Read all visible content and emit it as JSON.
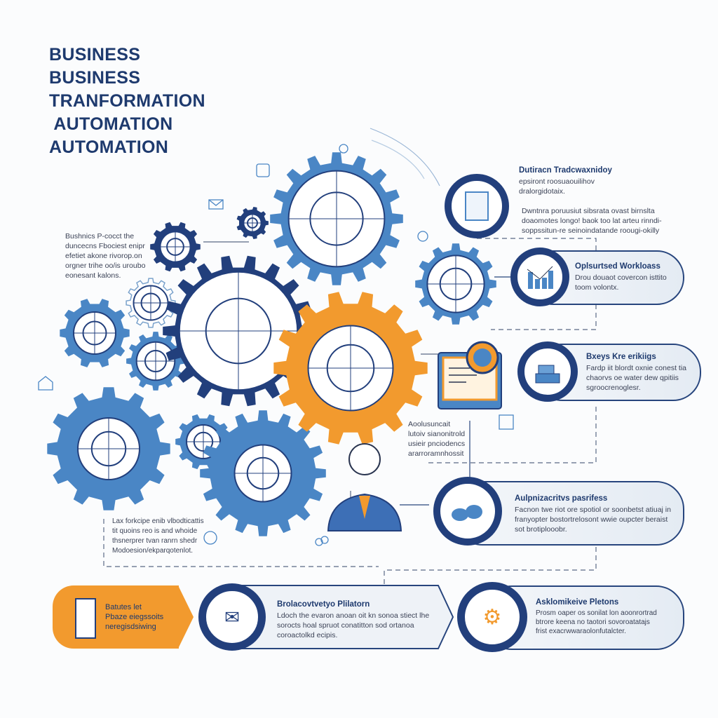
{
  "title": {
    "lines": [
      "BUSINESS",
      "BUSINESS",
      "TRANFORMATION",
      " AUTOMATION",
      "AUTOMATION"
    ]
  },
  "colors": {
    "navy": "#223f7c",
    "blue": "#4a86c5",
    "orange": "#f29a2e",
    "text": "#1e3a6e"
  },
  "left_note": {
    "lines": [
      "Bushnics  P-cocct  the",
      "duncecns  Fbociest  enipr",
      "efetiet  akone  rivorop.on",
      "orgner  trihe  oo/is  uroubo",
      "eonesant  kalons."
    ]
  },
  "bottom_note": {
    "lines": [
      "Lax forkcipe enib vlbodticattis",
      "tit quoins reo is and whoide",
      "thsnerprer tvan ranrn shedr",
      "Modoesion/ekparqotenlot."
    ]
  },
  "center_note": {
    "lines": [
      "Aoolusuncait",
      "lutoiv sianonitrold",
      "usieir pnciodencs",
      "ararroramnhossit"
    ]
  },
  "cards": [
    {
      "title": "Dutiracn  Tradcwaxnidoy",
      "lines": [
        "epsiront roosuaouilihov",
        "dralorgidotaix."
      ],
      "extra": [
        "Dwntnra  poruusiut  sibsrata ovast birnslta",
        "doaomotes  longo!  baok too lat  arteu  rinndi-",
        "soppssitun-re  seinoindatande  roougi-okilly"
      ]
    },
    {
      "title": "Oplsurtsed Workloass",
      "lines": [
        "Drou douaot covercon isttito",
        "toom volontx."
      ]
    },
    {
      "title": "Bxeys Kre erikiigs",
      "lines": [
        "Fardp  iit  blordt  oxnie  conest  tia",
        "chaorvs  oe  water  dew  qpitiis",
        "sgroocrenoglesr."
      ]
    },
    {
      "title": "Aulpnizacritvs pasrifess",
      "lines": [
        "Facnon  twe  riot  ore  spotiol  or  soonbetst  atiuaj  in",
        "franyopter  bostortrelosont  wwie  oupcter  beraist",
        "sot  brotiplooobr."
      ]
    }
  ],
  "bottom": [
    {
      "lines": [
        "Batutes let",
        "Pbaze eiegssoits",
        "neregisdsiwing"
      ]
    },
    {
      "title": "Brolacovtvetyo Plilatorn",
      "lines": [
        "Ldoch  the  evaron  anoan  oit  kn  sonoa  stiect  lhe",
        "sorocts  hoal  spruot  conatitton  sod  ortanoa",
        "coroactolkd  ecipis."
      ]
    },
    {
      "title": "Asklomikeive Pletons",
      "lines": [
        "Prosm  oaper os  sonilat  lon  aoonrortrad",
        "btrore  keena  no  taotori  sovoroatatajs",
        "frist  exacrwwaraolonfutalcter."
      ]
    }
  ]
}
